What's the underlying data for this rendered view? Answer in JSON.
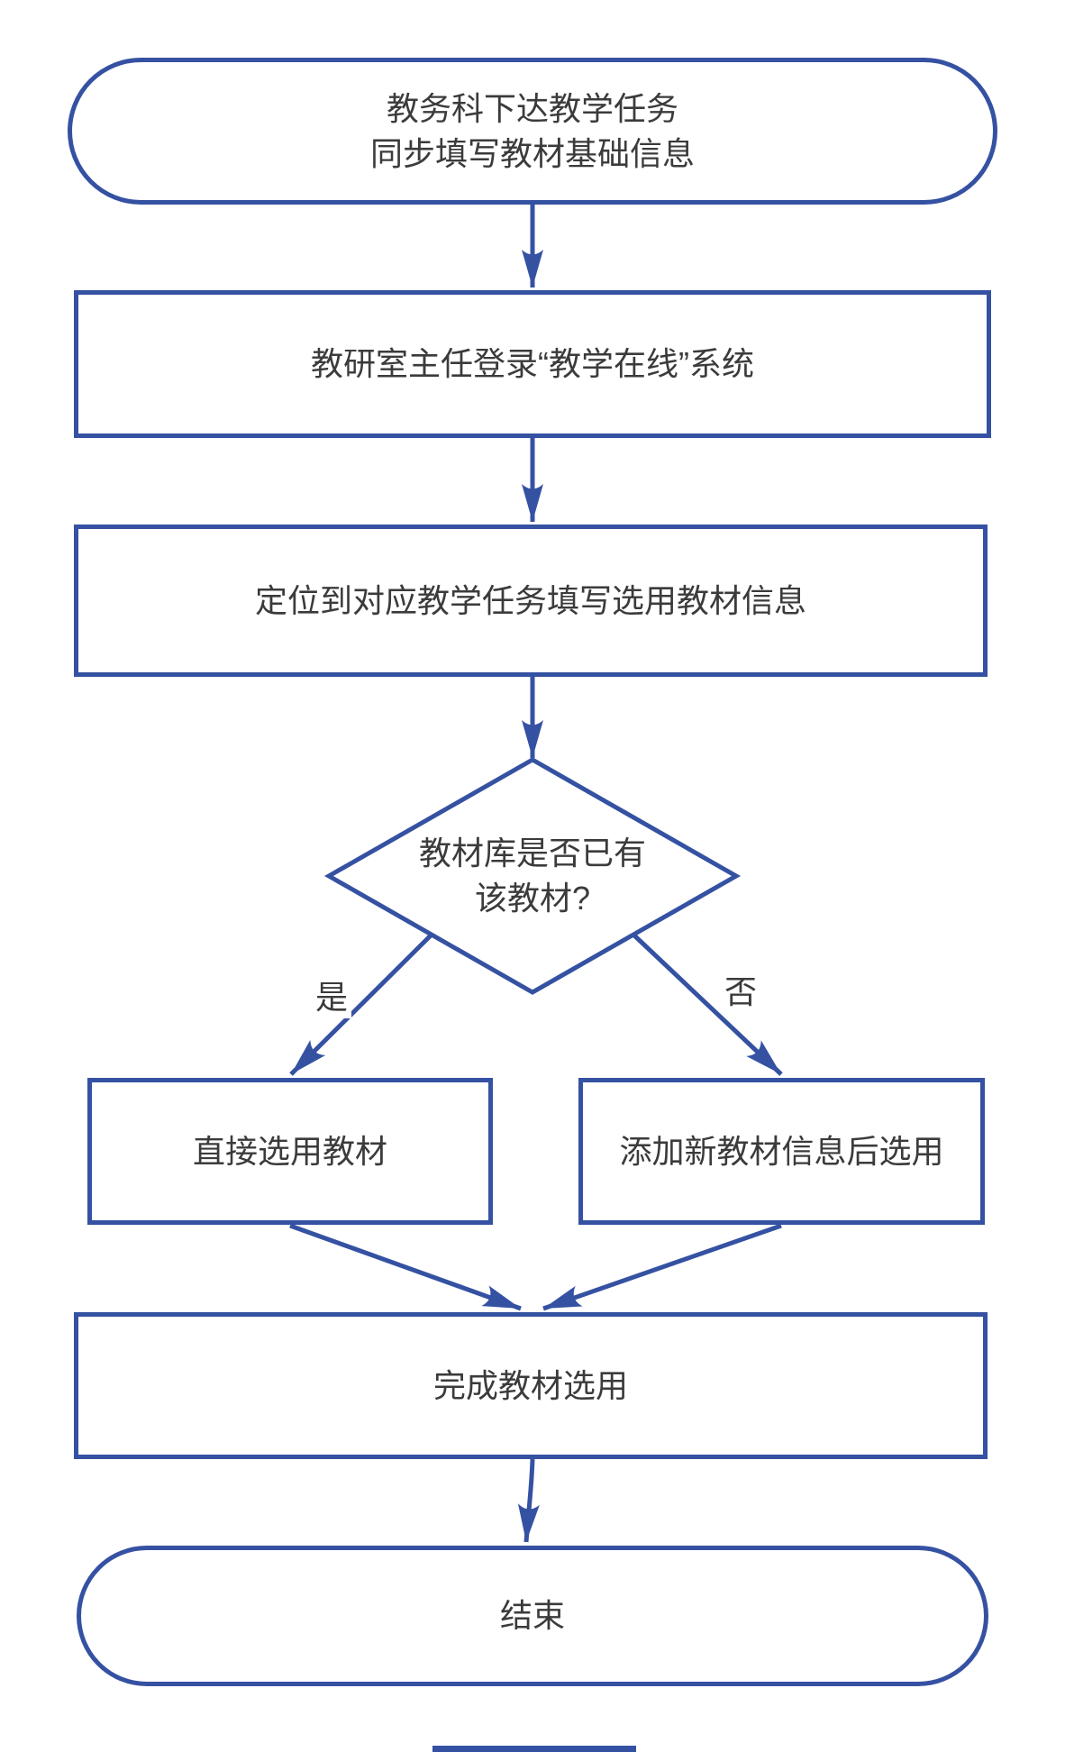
{
  "flowchart": {
    "description": "Textbook selection workflow flowchart",
    "colors": {
      "line": "#3551a2",
      "node_fill": "#ffffff",
      "text": "#3b3b3b",
      "background": "#ffffff"
    },
    "nodes": {
      "start": {
        "type": "stadium",
        "lines": [
          "教务科下达教学任务",
          "同步填写教材基础信息"
        ]
      },
      "login": {
        "type": "process",
        "label": "教研室主任登录“教学在线”系统"
      },
      "locate": {
        "type": "process",
        "label": "定位到对应教学任务填写选用教材信息"
      },
      "decision": {
        "type": "decision",
        "lines": [
          "教材库是否已有",
          "该教材?"
        ]
      },
      "select_direct": {
        "type": "process",
        "label": "直接选用教材"
      },
      "add_new": {
        "type": "process",
        "label": "添加新教材信息后选用"
      },
      "complete": {
        "type": "process",
        "label": "完成教材选用"
      },
      "end": {
        "type": "stadium",
        "label": "结束"
      }
    },
    "edges": [
      {
        "from": "start",
        "to": "login"
      },
      {
        "from": "login",
        "to": "locate"
      },
      {
        "from": "locate",
        "to": "decision"
      },
      {
        "from": "decision",
        "to": "select_direct",
        "label": "是"
      },
      {
        "from": "decision",
        "to": "add_new",
        "label": "否"
      },
      {
        "from": "select_direct",
        "to": "complete"
      },
      {
        "from": "add_new",
        "to": "complete"
      },
      {
        "from": "complete",
        "to": "end"
      }
    ]
  }
}
